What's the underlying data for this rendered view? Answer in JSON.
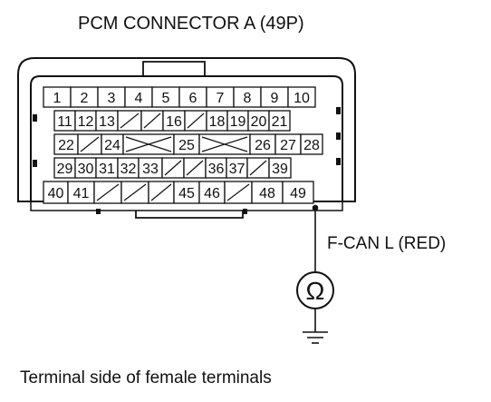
{
  "title": "PCM CONNECTOR A (49P)",
  "caption": "Terminal side of female terminals",
  "wire_label": "F-CAN L (RED)",
  "meter_symbol": "Ω",
  "colors": {
    "line": "#111111",
    "background": "#ffffff"
  },
  "rows": [
    [
      {
        "label": "1"
      },
      {
        "label": "2"
      },
      {
        "label": "3"
      },
      {
        "label": "4"
      },
      {
        "label": "5"
      },
      {
        "label": "6"
      },
      {
        "label": "7"
      },
      {
        "label": "8"
      },
      {
        "label": "9"
      },
      {
        "label": "10"
      }
    ],
    [
      {
        "label": "11"
      },
      {
        "label": "12"
      },
      {
        "label": "13"
      },
      {
        "label": "",
        "mark": "slash"
      },
      {
        "label": "",
        "mark": "slash"
      },
      {
        "label": "16"
      },
      {
        "label": "",
        "mark": "slash"
      },
      {
        "label": "18"
      },
      {
        "label": "19"
      },
      {
        "label": "20"
      },
      {
        "label": "21"
      }
    ],
    [
      {
        "label": "22"
      },
      {
        "label": "",
        "mark": "slash"
      },
      {
        "label": "24"
      },
      {
        "label": "",
        "mark": "cross"
      },
      {
        "label": "25"
      },
      {
        "label": "",
        "mark": "cross"
      },
      {
        "label": "26"
      },
      {
        "label": "27"
      },
      {
        "label": "28"
      }
    ],
    [
      {
        "label": "29"
      },
      {
        "label": "30"
      },
      {
        "label": "31"
      },
      {
        "label": "32"
      },
      {
        "label": "33"
      },
      {
        "label": "",
        "mark": "slash"
      },
      {
        "label": "",
        "mark": "slash"
      },
      {
        "label": "36"
      },
      {
        "label": "37"
      },
      {
        "label": "",
        "mark": "slash"
      },
      {
        "label": "39"
      }
    ],
    [
      {
        "label": "40"
      },
      {
        "label": "41"
      },
      {
        "label": "",
        "mark": "slash"
      },
      {
        "label": "",
        "mark": "slash"
      },
      {
        "label": "",
        "mark": "slash"
      },
      {
        "label": "45"
      },
      {
        "label": "46"
      },
      {
        "label": "",
        "mark": "slash"
      },
      {
        "label": "48"
      },
      {
        "label": "49"
      }
    ]
  ],
  "probe_terminal": "49",
  "ground": "ground-symbol"
}
